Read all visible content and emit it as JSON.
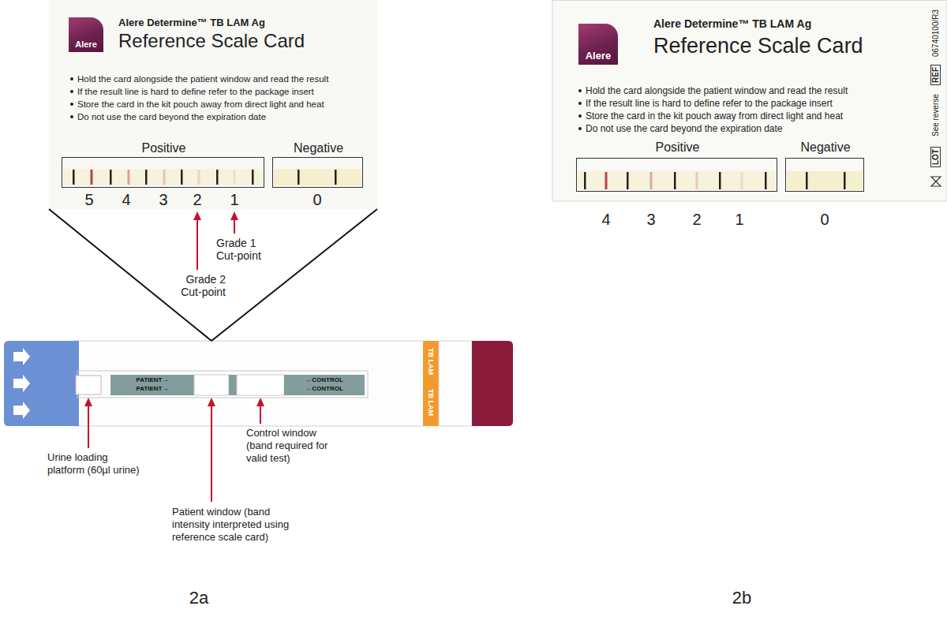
{
  "diagram": {
    "nodes": [
      {
        "text": [
          "Alere Determine™ TB LAM Ag",
          "Reference Scale Card",
          "Hold the card alongside the patient window and read the result",
          "If the result line is hard to define refer to the package insert",
          "Store the card in the kit pouch away from direct light and heat",
          "Do not use the card beyond the expiration date"
        ]
      },
      {
        "text": [
          "Alere"
        ],
        "in": 0
      },
      {
        "text": [
          "Positive"
        ],
        "in": 0
      },
      {
        "text": [
          "Negative"
        ],
        "in": 0
      },
      {
        "text": [
          "PATIENT→",
          "PATIENT→",
          "←CONTROL",
          "←CONTROL",
          "TB LAM",
          "TB LAM"
        ]
      },
      {
        "text": [
          "Alere Determine™ TB LAM Ag",
          "Reference Scale Card",
          "Hold the card alongside the patient window and read the result",
          "If the result line is hard to define refer to the package insert",
          "Store the card in the kit pouch away from direct light and heat",
          "Do not use the card beyond the expiration date"
        ]
      },
      {
        "text": [
          "Alere"
        ],
        "in": 5
      },
      {
        "text": [
          "Positive"
        ],
        "in": 5
      },
      {
        "text": [
          "Negative"
        ],
        "in": 5
      }
    ],
    "edges": [
      {
        "from": 0,
        "to": 4,
        "arrow": "none"
      },
      {
        "from": 0,
        "to": 4,
        "arrow": "none"
      }
    ],
    "labels": [
      "5",
      "4",
      "3",
      "2",
      "1",
      "0",
      "Grade 2 Cut-point",
      "Grade 1 Cut-point",
      "Urine loading platform (60µl urine)",
      "Control window (band required for valid test)",
      "Patient window (band intensity interpreted using reference scale card)",
      "2a",
      "4",
      "3",
      "2",
      "1",
      "0",
      "06740100/R3",
      "REF",
      "See reverse",
      "LOT",
      "2b"
    ]
  }
}
